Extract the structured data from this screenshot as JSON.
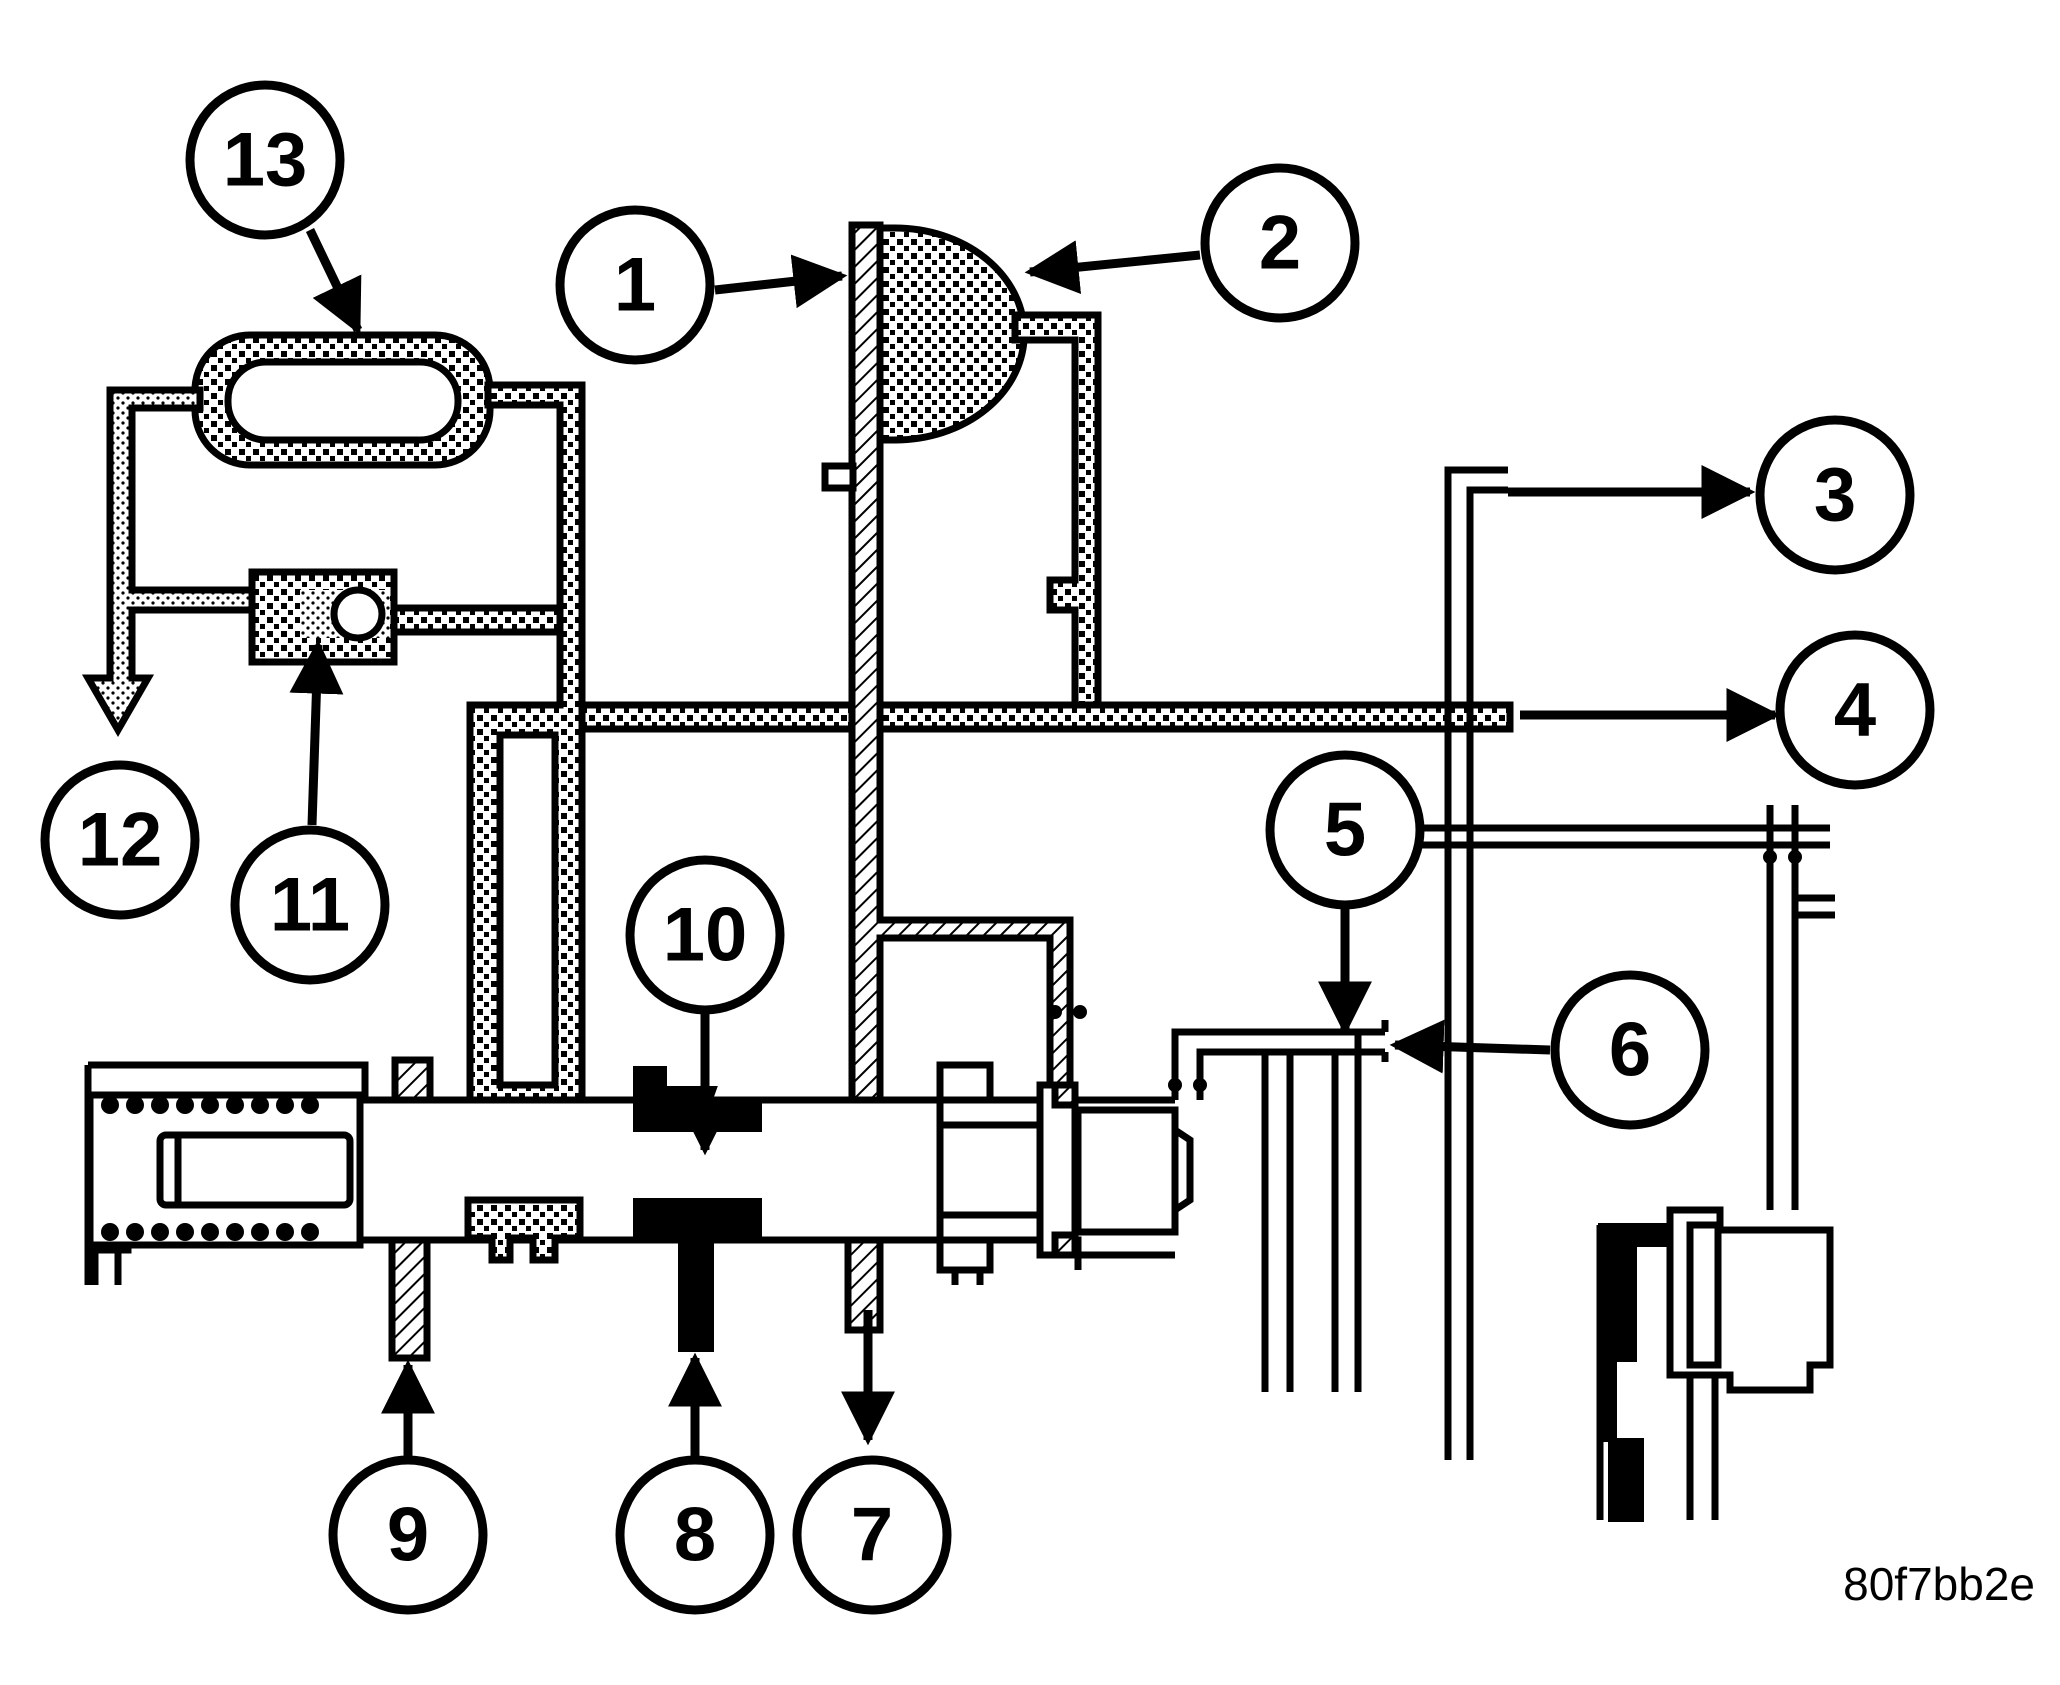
{
  "callouts": [
    {
      "id": "1",
      "label": "1"
    },
    {
      "id": "2",
      "label": "2"
    },
    {
      "id": "3",
      "label": "3"
    },
    {
      "id": "4",
      "label": "4"
    },
    {
      "id": "5",
      "label": "5"
    },
    {
      "id": "6",
      "label": "6"
    },
    {
      "id": "7",
      "label": "7"
    },
    {
      "id": "8",
      "label": "8"
    },
    {
      "id": "9",
      "label": "9"
    },
    {
      "id": "10",
      "label": "10"
    },
    {
      "id": "11",
      "label": "11"
    },
    {
      "id": "12",
      "label": "12"
    },
    {
      "id": "13",
      "label": "13"
    }
  ],
  "figure_code": "80f7bb2e",
  "colors": {
    "ink": "#000000",
    "paper": "#ffffff"
  }
}
